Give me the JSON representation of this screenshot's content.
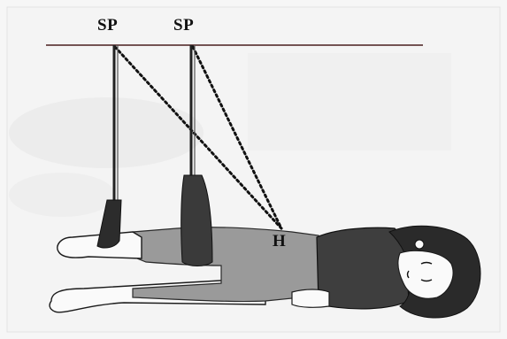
{
  "labels": {
    "suspension_point_1": "SP",
    "suspension_point_2": "SP",
    "hip_point": "H"
  },
  "colors": {
    "background": "#f6f6f6",
    "figure_dark": "#3e3e3e",
    "figure_mid": "#9a9a9a",
    "outline": "#1a1a1a"
  }
}
